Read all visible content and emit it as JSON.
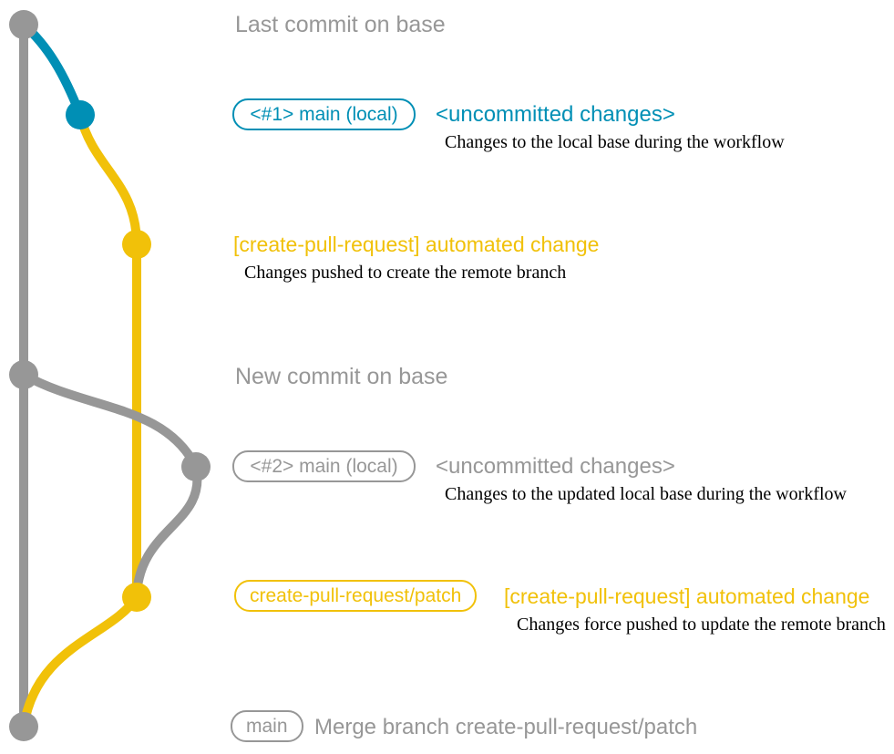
{
  "colors": {
    "gray": "#979797",
    "blue": "#008fb5",
    "yellow": "#f1c109",
    "background": "#ffffff"
  },
  "diagram": {
    "type": "git-branch-graph",
    "branches": [
      "base",
      "main (local)",
      "create-pull-request/patch"
    ],
    "commits": [
      {
        "id": "base-last",
        "color": "gray"
      },
      {
        "id": "local-1",
        "color": "blue"
      },
      {
        "id": "patch-1",
        "color": "yellow"
      },
      {
        "id": "base-new",
        "color": "gray"
      },
      {
        "id": "local-2",
        "color": "gray"
      },
      {
        "id": "patch-2",
        "color": "yellow"
      },
      {
        "id": "merge-commit",
        "color": "gray"
      }
    ]
  },
  "annotations": {
    "last_commit_note": "Last commit on base",
    "branch1": {
      "label": "<#1> main (local)",
      "status": "<uncommitted changes>",
      "caption": "Changes to the local base during the workflow"
    },
    "commit1": {
      "message": "[create-pull-request] automated change",
      "caption": "Changes pushed to create the remote branch"
    },
    "new_commit_note": "New commit on base",
    "branch2": {
      "label": "<#2> main (local)",
      "status": "<uncommitted changes>",
      "caption": "Changes to the updated local base during the workflow"
    },
    "patch_branch": {
      "label": "create-pull-request/patch",
      "message": "[create-pull-request] automated change",
      "caption": "Changes force pushed to update the remote branch"
    },
    "merge": {
      "label": "main",
      "message": "Merge branch create-pull-request/patch"
    }
  }
}
